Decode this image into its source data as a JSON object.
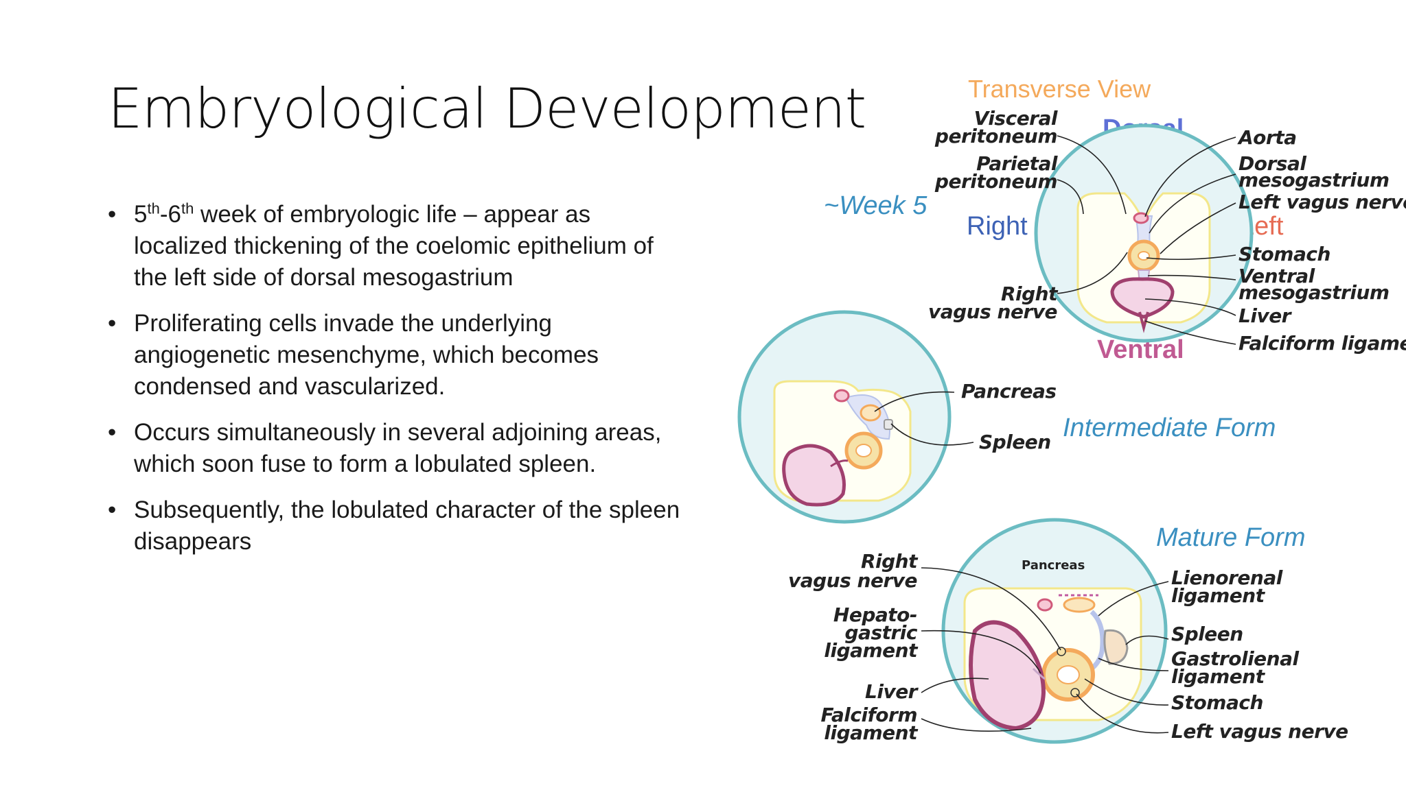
{
  "slide": {
    "title": "Embryological Development",
    "bullets": [
      {
        "pre1": "5",
        "sup1": "th",
        "mid": "-6",
        "sup2": "th",
        "rest": " week of embryologic life – appear as localized thickening of the coelomic epithelium of the left side of dorsal mesogastrium"
      },
      {
        "text": "Proliferating cells invade the underlying angiogenetic mesenchyme, which becomes condensed and vascularized."
      },
      {
        "text": "Occurs simultaneously in several adjoining areas, which soon fuse to form a lobulated spleen."
      },
      {
        "text": "Subsequently, the lobulated character of the spleen disappears"
      }
    ],
    "bullet_char": "•"
  },
  "diagram": {
    "transverse": {
      "header": "Transverse View",
      "week": "~Week 5",
      "dorsal": "Dorsal",
      "ventral": "Ventral",
      "right": "Right",
      "left": "Left",
      "left_labels": {
        "visceral_1": "Visceral",
        "visceral_2": "peritoneum",
        "parietal_1": "Parietal",
        "parietal_2": "peritoneum",
        "right_vagus_1": "Right",
        "right_vagus_2": "vagus nerve"
      },
      "right_labels": {
        "aorta": "Aorta",
        "dorsal_meso_1": "Dorsal",
        "dorsal_meso_2": "mesogastrium",
        "left_vagus": "Left vagus nerve",
        "stomach": "Stomach",
        "ventral_meso_1": "Ventral",
        "ventral_meso_2": "mesogastrium",
        "liver": "Liver",
        "falciform": "Falciform ligament"
      }
    },
    "intermediate": {
      "title": "Intermediate Form",
      "pancreas": "Pancreas",
      "spleen": "Spleen"
    },
    "mature": {
      "title": "Mature Form",
      "pancreas": "Pancreas",
      "left_labels": {
        "right_vagus_1": "Right",
        "right_vagus_2": "vagus nerve",
        "hepato_1": "Hepato-",
        "hepato_2": "gastric",
        "hepato_3": "ligament",
        "liver": "Liver",
        "falciform_1": "Falciform",
        "falciform_2": "ligament"
      },
      "right_labels": {
        "lienorenal_1": "Lienorenal",
        "lienorenal_2": "ligament",
        "spleen": "Spleen",
        "gastrolienal_1": "Gastrolienal",
        "gastrolienal_2": "ligament",
        "stomach": "Stomach",
        "left_vagus": "Left vagus nerve"
      }
    }
  },
  "colors": {
    "circle_fill": "#e6f4f6",
    "circle_stroke": "#6bbcc2",
    "cavity_line": "#f3e78a",
    "orange": "#f4a95b",
    "dorsal": "#5e70d6",
    "left": "#e66b53",
    "ventral": "#c05a92",
    "right": "#3d62b5",
    "teal_text": "#3a8fc0",
    "liver_fill": "#f4d5e6",
    "liver_stroke": "#a0406e",
    "stomach_fill": "#f6e2a8"
  }
}
